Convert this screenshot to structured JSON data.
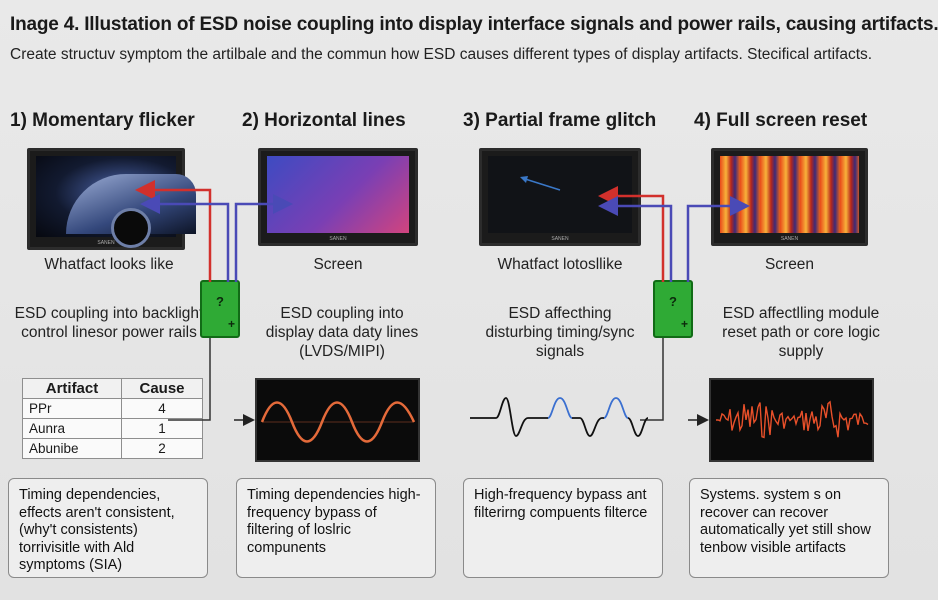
{
  "title": "Inage 4. Illustation of ESD noise coupling into display interface signals and power rails, causing artifacts.",
  "subtitle": "Create structuv symptom the artilbale and the commun how ESD causes different types of display artifacts. Stecifical artifacts.",
  "sections": [
    {
      "heading": "1) Momentary flicker",
      "screen_caption": "Whatfact looks like",
      "description": "ESD coupling into backlight control linesor power rails",
      "box_text": "Timing dependencies, effects aren't consistent, (why't consistents) torrivisitle with Ald symptoms (SIA)"
    },
    {
      "heading": "2) Horizontal lines",
      "screen_caption": "Screen",
      "description": "ESD coupling into display data daty lines (LVDS/MIPI)",
      "box_text": "Timing dependencies high-frequency bypass of filtering of loslric compunents"
    },
    {
      "heading": "3) Partial frame glitch",
      "screen_caption": "Whatfact lotosllike",
      "description": "ESD affecthing disturbing timing/sync signals",
      "box_text": "High-frequency bypass ant filterirng compuents filterce"
    },
    {
      "heading": "4) Full screen reset",
      "screen_caption": "Screen",
      "description": "ESD affectlling module reset path or core logic supply",
      "box_text": "Systems. system s on recover can recover automatically yet still show tenbow visible artifacts"
    }
  ],
  "table": {
    "headers": [
      "Artifact",
      "Cause"
    ],
    "rows": [
      [
        "PPr",
        "4"
      ],
      [
        "Aunra",
        "1"
      ],
      [
        "Abunibe",
        "2"
      ]
    ]
  },
  "chip_label": "?",
  "monitor_brand": "SANEN",
  "colors": {
    "signal_red": "#d2302c",
    "signal_blue": "#4a4ab6",
    "chip_green": "#2faa35"
  }
}
